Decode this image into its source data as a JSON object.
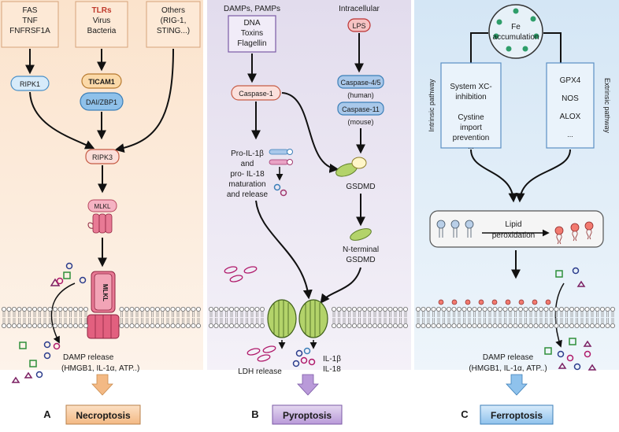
{
  "panelA": {
    "letter": "A",
    "title": "Necroptosis",
    "box1": [
      "FAS",
      "TNF",
      "FNFRSF1A"
    ],
    "box2_title": "TLRs",
    "box2": [
      "Virus",
      "Bacteria"
    ],
    "box3": [
      "Others",
      "(RIG-1,",
      "STING...)"
    ],
    "ripk1": "RIPK1",
    "ticam1": "TICAM1",
    "dai": "DAI/ZBP1",
    "ripk3": "RIPK3",
    "mlkl": "MLKL",
    "mlkl_pore": "MLKL",
    "damp1": "DAMP release",
    "damp2": "(HMGB1, IL-1α, ATP..)"
  },
  "panelB": {
    "letter": "B",
    "title": "Pyroptosis",
    "damps_label": "DAMPs, PAMPs",
    "box": [
      "DNA",
      "Toxins",
      "Flagellin"
    ],
    "intracellular": "Intracellular",
    "lps": "LPS",
    "casp1": "Caspase-1",
    "casp45": "Caspase-4/5",
    "human": "(human)",
    "casp11": "Caspase-11",
    "mouse": "(mouse)",
    "proil": [
      "Pro-IL-1β",
      "and",
      "pro- IL-18",
      "maturation",
      "and release"
    ],
    "gsdmd": "GSDMD",
    "nterm1": "N-terminal",
    "nterm2": "GSDMD",
    "ldh": "LDH release",
    "il1b": "IL-1β",
    "il18": "IL-18"
  },
  "panelC": {
    "letter": "C",
    "title": "Ferroptosis",
    "fe1": "Fe",
    "fe2": "accumulation",
    "intrinsic": "Intrinsic pathway",
    "extrinsic": "Extrinsic pathway",
    "leftbox": [
      "System XC-",
      "inhibition",
      "",
      "Cystine",
      "import",
      "prevention",
      "..."
    ],
    "rightbox": [
      "GPX4",
      "NOS",
      "ALOX",
      "..."
    ],
    "lipid1": "Lipid",
    "lipid2": "peroxidation",
    "damp1": "DAMP release",
    "damp2": "(HMGB1, IL-1α,  ATP..)"
  },
  "colors": {
    "panelA_bg": "#fbe6d2",
    "panelB_bg": "#e8e2f0",
    "panelC_bg": "#dcebf7",
    "ripk_fill": "#fbe0dc",
    "mlkl_fill": "#e87a95",
    "casp_blue": "#a9c8ea",
    "gsdmd_green": "#b3d36a"
  }
}
